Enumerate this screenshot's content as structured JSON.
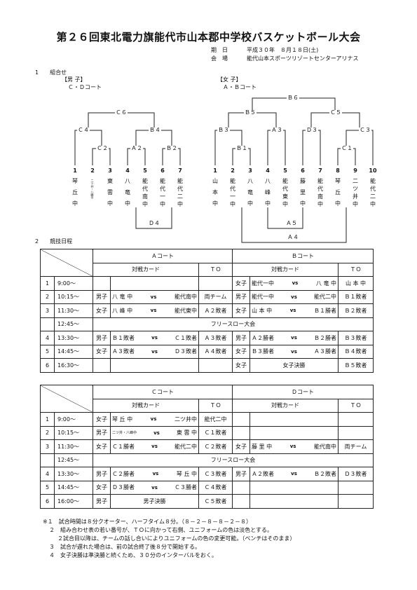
{
  "title": "第２６回東北電力旗能代市山本郡中学校バスケットボール大会",
  "info": {
    "date_label": "期　日",
    "date_value": "平成３０年　８月１８日(土)",
    "venue_label": "会　場",
    "venue_value": "能代山本スポーツリゾートセンターアリナス"
  },
  "section1": "1　　組合せ",
  "section2": "2　　競技日程",
  "boys": {
    "label": "【男 子】",
    "court": "Ｃ・Ｄコート",
    "matches": {
      "c6": "Ｃ６",
      "c4": "Ｃ４",
      "c2": "Ｃ２",
      "b4": "Ｂ４",
      "a2": "Ａ２",
      "b2": "Ｂ２",
      "d4": "Ｄ４"
    },
    "teams": [
      {
        "num": "1",
        "name": [
          "琴",
          "丘",
          "中"
        ]
      },
      {
        "num": "2",
        "name": [
          "二ツ井・八峰中"
        ]
      },
      {
        "num": "3",
        "name": [
          "東",
          "雲",
          "中"
        ]
      },
      {
        "num": "4",
        "name": [
          "八",
          "竜",
          "中"
        ]
      },
      {
        "num": "5",
        "name": [
          "能",
          "代",
          "南",
          "中"
        ]
      },
      {
        "num": "6",
        "name": [
          "能",
          "代",
          "一",
          "中"
        ]
      },
      {
        "num": "7",
        "name": [
          "能",
          "代",
          "二",
          "中"
        ]
      }
    ]
  },
  "girls": {
    "label": "【女 子】",
    "court": "Ａ・Ｂコート",
    "matches": {
      "b6": "Ｂ６",
      "b5": "Ｂ５",
      "c5": "Ｃ５",
      "b3": "Ｂ３",
      "a3": "Ａ３",
      "d3": "Ｄ３",
      "c3": "Ｃ３",
      "b1": "Ｂ１",
      "c1": "Ｃ１",
      "a5": "Ａ５",
      "a4": "Ａ４"
    },
    "teams": [
      {
        "num": "1",
        "name": [
          "山",
          "本",
          "中"
        ]
      },
      {
        "num": "2",
        "name": [
          "能",
          "代",
          "一",
          "中"
        ]
      },
      {
        "num": "3",
        "name": [
          "八",
          "竜",
          "中"
        ]
      },
      {
        "num": "4",
        "name": [
          "八",
          "峰",
          "中"
        ]
      },
      {
        "num": "5",
        "name": [
          "能",
          "代",
          "東",
          "中"
        ]
      },
      {
        "num": "6",
        "name": [
          "藤",
          "里",
          "中"
        ]
      },
      {
        "num": "7",
        "name": [
          "能",
          "代",
          "南",
          "中"
        ]
      },
      {
        "num": "8",
        "name": [
          "琴",
          "丘",
          "中"
        ]
      },
      {
        "num": "9",
        "name": [
          "二",
          "ツ",
          "井",
          "中"
        ]
      },
      {
        "num": "10",
        "name": [
          "能",
          "代",
          "二",
          "中"
        ]
      }
    ]
  },
  "table1": {
    "court_left": "Ａコート",
    "court_right": "Ｂコート",
    "card": "対戦カード",
    "to": "ＴＯ",
    "vs": "vs",
    "rows": [
      {
        "n": "1",
        "time": "9:00〜",
        "l": null,
        "r": {
          "g": "女子",
          "a": "能代一中",
          "b": "八 竜 中",
          "to": "山 本 中"
        }
      },
      {
        "n": "2",
        "time": "10:15〜",
        "l": {
          "g": "男子",
          "a": "八 竜 中",
          "b": "能代南中",
          "to": "両チーム"
        },
        "r": {
          "g": "男子",
          "a": "能代一中",
          "b": "能代二中",
          "to": "Ｂ１敗者"
        }
      },
      {
        "n": "3",
        "time": "11:30〜",
        "l": {
          "g": "女子",
          "a": "八 峰 中",
          "b": "能代東中",
          "to": "Ａ２敗者"
        },
        "r": {
          "g": "女子",
          "a": "山 本 中",
          "b": "Ｂ１勝者",
          "to": "Ｂ２敗者"
        }
      },
      {
        "n": "",
        "time": "12:45〜",
        "span": "フリースロー大会"
      },
      {
        "n": "4",
        "time": "13:30〜",
        "l": {
          "g": "男子",
          "a": "Ｂ１敗者",
          "b": "Ｃ１敗者",
          "to": "Ａ３敗者"
        },
        "r": {
          "g": "男子",
          "a": "Ａ２勝者",
          "b": "Ｂ２勝者",
          "to": "Ｂ３敗者"
        }
      },
      {
        "n": "5",
        "time": "14:45〜",
        "l": {
          "g": "女子",
          "a": "Ａ３敗者",
          "b": "Ｄ３敗者",
          "to": "Ａ４敗者"
        },
        "r": {
          "g": "女子",
          "a": "Ｂ３勝者",
          "b": "Ａ３勝者",
          "to": "Ｂ４敗者"
        }
      },
      {
        "n": "6",
        "time": "16:30〜",
        "l": null,
        "r": {
          "g": "女子",
          "final": "女子決勝",
          "to": "Ｂ５敗者"
        }
      }
    ]
  },
  "table2": {
    "court_left": "Ｃコート",
    "court_right": "Ｄコート",
    "card": "対戦カード",
    "to": "ＴＯ",
    "vs": "vs",
    "rows": [
      {
        "n": "1",
        "time": "9:00〜",
        "l": {
          "g": "女子",
          "a": "琴 丘 中",
          "b": "二ツ井中",
          "to": "能代二中"
        },
        "r": null
      },
      {
        "n": "2",
        "time": "10:15〜",
        "l": {
          "g": "男子",
          "a": "二ツ井・八峰中",
          "b": "東 雲 中",
          "to": "Ｃ１敗者",
          "asmall": true
        },
        "r": null
      },
      {
        "n": "3",
        "time": "11:30〜",
        "l": {
          "g": "女子",
          "a": "Ｃ１勝者",
          "b": "能代二中",
          "to": "Ｃ２敗者"
        },
        "r": {
          "g": "女子",
          "a": "藤 里 中",
          "b": "能代南中",
          "to": "両チーム"
        }
      },
      {
        "n": "",
        "time": "12:45〜",
        "span": "フリースロー大会"
      },
      {
        "n": "4",
        "time": "13:30〜",
        "l": {
          "g": "男子",
          "a": "Ｃ２勝者",
          "b": "琴 丘 中",
          "to": "Ｃ３敗者"
        },
        "r": {
          "g": "男子",
          "a": "Ａ２敗者",
          "b": "Ｂ２敗者",
          "to": "Ｄ３敗者"
        }
      },
      {
        "n": "5",
        "time": "14:45〜",
        "l": {
          "g": "女子",
          "a": "Ｄ３勝者",
          "b": "Ｃ３勝者",
          "to": "Ｃ４敗者"
        },
        "r": null
      },
      {
        "n": "6",
        "time": "16:00〜",
        "l": {
          "g": "男子",
          "final": "男子決勝",
          "to": "Ｃ５敗者"
        },
        "r": null
      }
    ]
  },
  "notes": [
    "※１　試合時間は８分クオーター、ハーフタイム８分。（８－２－８－８－２－８）",
    "２　組み合わせ表の若い番号が、ＴＯに向かって右側、ユニフォームの色は淡色とする。",
    "２試合目以降は、チームの話し合いによりユニフォームの色の変更可能。（ベンチはそのまま）",
    "３　試合が遅れた場合は、前の試合終了後８分で開始する。",
    "４　女子決勝は準決勝と続くため、３０分のインターバルをおく。"
  ]
}
